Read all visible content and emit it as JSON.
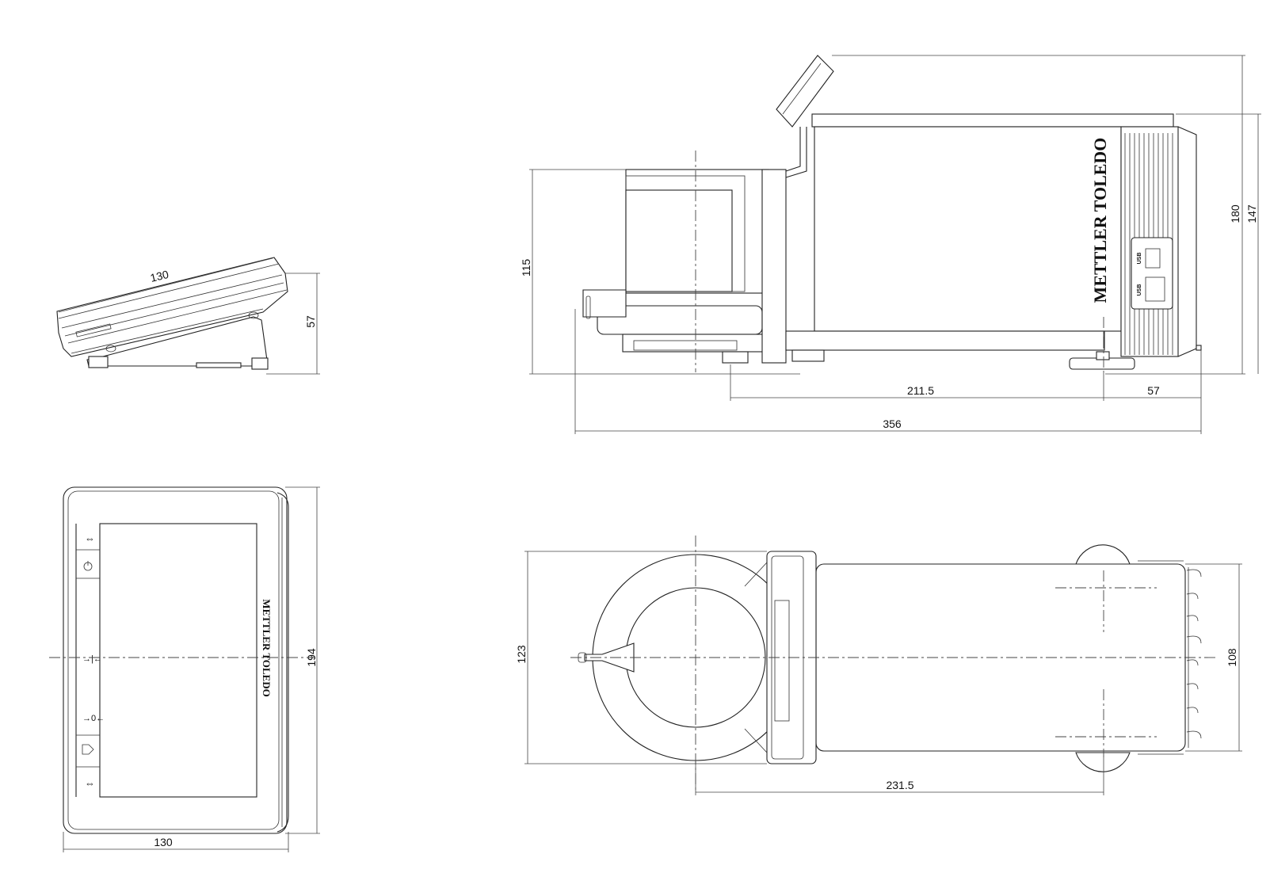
{
  "drawing": {
    "brand_text": "METTLER TOLEDO",
    "usb_label": "USB",
    "views": {
      "terminal_side": {
        "width_dim": "130",
        "height_dim": "57"
      },
      "terminal_front": {
        "width_dim": "130",
        "height_dim": "194"
      },
      "balance_side": {
        "height_115": "115",
        "height_180": "180",
        "height_147": "147",
        "length_211_5": "211.5",
        "length_57": "57",
        "length_356": "356"
      },
      "balance_top": {
        "width_123": "123",
        "width_108": "108",
        "length_231_5": "231.5"
      }
    },
    "colors": {
      "line": "#222222",
      "background": "#ffffff"
    }
  }
}
